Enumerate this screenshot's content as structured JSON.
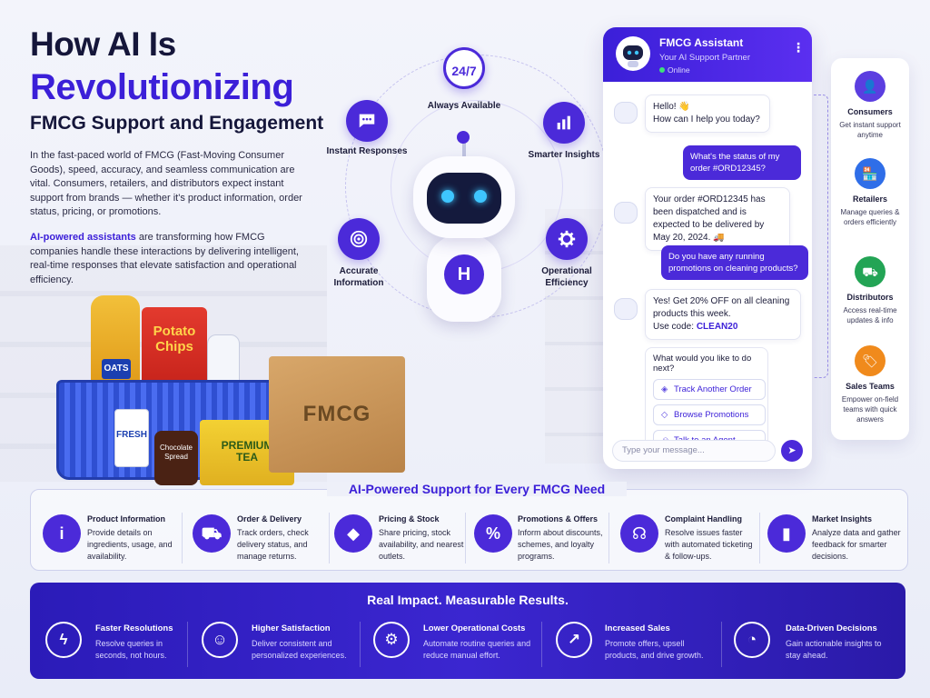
{
  "hero": {
    "line1": "How AI Is",
    "line2": "Revolutionizing",
    "line3": "FMCG Support and Engagement",
    "intro": "In the fast-paced world of FMCG (Fast-Moving Consumer Goods), speed, accuracy, and seamless communication are vital. Consumers, retailers, and distributors expect instant support from brands — whether it's product information, order status, pricing, or promotions.",
    "intro2_highlight": "AI-powered assistants",
    "intro2_rest": " are transforming how FMCG companies handle these interactions by delivering intelligent, real-time responses that elevate satisfaction and operational efficiency."
  },
  "products": {
    "oil_label": "OATS",
    "chips_line1": "Potato",
    "chips_line2": "Chips",
    "tube_label": "FRESH",
    "jar_line1": "Chocolate",
    "jar_line2": "Spread",
    "tea_line1": "PREMIUM",
    "tea_line2": "TEA",
    "box_label": "FMCG"
  },
  "features": {
    "always": {
      "icon": "24/7",
      "label": "Always Available"
    },
    "instant": {
      "icon": "chat-icon",
      "label": "Instant Responses"
    },
    "insights": {
      "icon": "bar-chart-icon",
      "label": "Smarter Insights"
    },
    "accurate": {
      "icon": "target-icon",
      "label": "Accurate Information"
    },
    "efficiency": {
      "icon": "gear-icon",
      "label": "Operational Efficiency"
    }
  },
  "robot": {
    "badge": "H"
  },
  "chat": {
    "title": "FMCG Assistant",
    "subtitle": "Your AI Support Partner",
    "status": "Online",
    "messages": {
      "m1_line1": "Hello! 👋",
      "m1_line2": "How can I help you today?",
      "m2": "What's the status of my order #ORD12345?",
      "m3": "Your order #ORD12345 has been dispatched and is expected to be delivered by May 20, 2024. 🚚",
      "m4": "Do you have any running promotions on cleaning products?",
      "m5_line1": "Yes! Get 20% OFF on all cleaning products this week.",
      "m5_code_label": "Use code: ",
      "m5_code": "CLEAN20"
    },
    "next_title": "What would you like to do next?",
    "quick_actions": [
      "Track Another Order",
      "Browse Promotions",
      "Talk to an Agent"
    ],
    "input_placeholder": "Type your message..."
  },
  "audiences": [
    {
      "title": "Consumers",
      "desc": "Get instant support anytime",
      "color": "#5b3ee0",
      "icon": "user-icon"
    },
    {
      "title": "Retailers",
      "desc": "Manage queries & orders efficiently",
      "color": "#2f6ee8",
      "icon": "store-icon"
    },
    {
      "title": "Distributors",
      "desc": "Access real-time updates & info",
      "color": "#23a455",
      "icon": "truck-icon"
    },
    {
      "title": "Sales Teams",
      "desc": "Empower on-field teams with quick answers",
      "color": "#f08a1c",
      "icon": "tag-icon"
    }
  ],
  "support": {
    "heading": "AI-Powered Support for Every FMCG Need",
    "items": [
      {
        "title": "Product Information",
        "desc": "Provide details on ingredients, usage, and availability.",
        "icon": "info-icon"
      },
      {
        "title": "Order & Delivery",
        "desc": "Track orders, check delivery status, and manage returns.",
        "icon": "truck-icon"
      },
      {
        "title": "Pricing & Stock",
        "desc": "Share pricing, stock availability, and nearest outlets.",
        "icon": "tag-icon"
      },
      {
        "title": "Promotions & Offers",
        "desc": "Inform about discounts, schemes, and loyalty programs.",
        "icon": "percent-icon"
      },
      {
        "title": "Complaint Handling",
        "desc": "Resolve issues faster with automated ticketing & follow-ups.",
        "icon": "headset-icon"
      },
      {
        "title": "Market Insights",
        "desc": "Analyze data and gather feedback for smarter decisions.",
        "icon": "bar-chart-icon"
      }
    ]
  },
  "impact": {
    "heading": "Real Impact. Measurable Results.",
    "items": [
      {
        "title": "Faster Resolutions",
        "desc": "Resolve queries in seconds, not hours.",
        "icon": "lightning-icon"
      },
      {
        "title": "Higher Satisfaction",
        "desc": "Deliver consistent and personalized experiences.",
        "icon": "smile-icon"
      },
      {
        "title": "Lower Operational Costs",
        "desc": "Automate routine queries and reduce manual effort.",
        "icon": "gears-icon"
      },
      {
        "title": "Increased Sales",
        "desc": "Promote offers, upsell products, and drive growth.",
        "icon": "growth-chart-icon"
      },
      {
        "title": "Data-Driven Decisions",
        "desc": "Gain actionable insights to stay ahead.",
        "icon": "pie-chart-icon"
      }
    ]
  }
}
